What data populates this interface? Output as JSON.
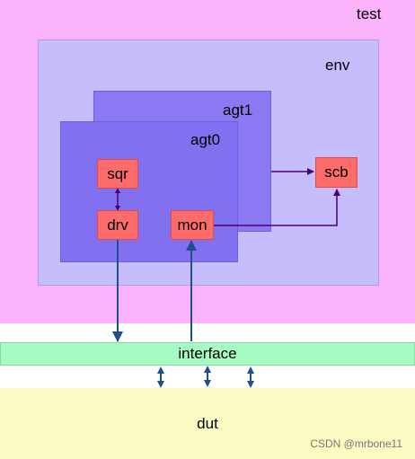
{
  "blocks": {
    "test": "test",
    "env": "env",
    "agt1": "agt1",
    "agt0": "agt0",
    "sqr": "sqr",
    "drv": "drv",
    "mon": "mon",
    "scb": "scb",
    "interface": "interface",
    "dut": "dut"
  },
  "watermark": "CSDN @mrbone11",
  "colors": {
    "test": "#fbb3fb",
    "env": "#c5bdfc",
    "agent": "#8170f0",
    "component": "#fd6b6b",
    "interface": "#a6fbc3",
    "dut": "#fafbc3",
    "connection": "#4b0070",
    "bus_arrow": "#1f4e8c"
  }
}
